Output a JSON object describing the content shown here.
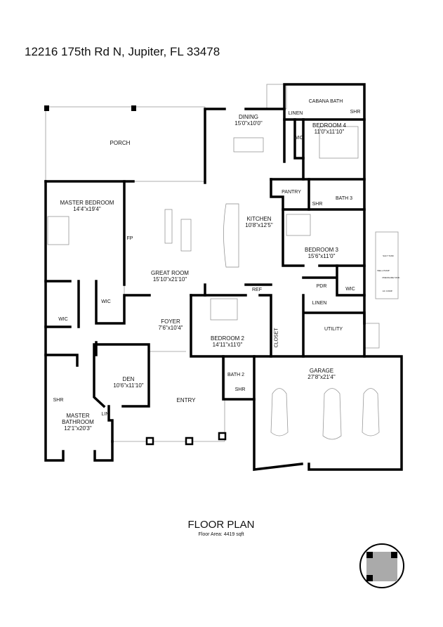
{
  "address": "12216 175th Rd N, Jupiter, FL 33478",
  "rooms": [
    {
      "id": "porch",
      "name": "PORCH",
      "size": ""
    },
    {
      "id": "dining",
      "name": "DINING",
      "size": "15'0\"x10'0\""
    },
    {
      "id": "cabana-bath",
      "name": "CABANA BATH",
      "size": ""
    },
    {
      "id": "linen-1",
      "name": "LINEN",
      "size": ""
    },
    {
      "id": "shr-cabana",
      "name": "SHR",
      "size": ""
    },
    {
      "id": "bedroom-4",
      "name": "BEDROOM 4",
      "size": "11'0\"x11'10\""
    },
    {
      "id": "wic-bed4",
      "name": "WIC",
      "size": ""
    },
    {
      "id": "pantry",
      "name": "PANTRY",
      "size": ""
    },
    {
      "id": "shr-bath3",
      "name": "SHR",
      "size": ""
    },
    {
      "id": "bath-3",
      "name": "BATH 3",
      "size": ""
    },
    {
      "id": "master-bedroom",
      "name": "MASTER BEDROOM",
      "size": "14'4\"x19'4\""
    },
    {
      "id": "fp",
      "name": "FP",
      "size": ""
    },
    {
      "id": "kitchen",
      "name": "KITCHEN",
      "size": "10'8\"x12'5\""
    },
    {
      "id": "bedroom-3",
      "name": "BEDROOM 3",
      "size": "15'6\"x11'0\""
    },
    {
      "id": "great-room",
      "name": "GREAT ROOM",
      "size": "15'10\"x21'10\""
    },
    {
      "id": "ref",
      "name": "REF",
      "size": ""
    },
    {
      "id": "pdr",
      "name": "PDR",
      "size": ""
    },
    {
      "id": "wic-bed3",
      "name": "WIC",
      "size": ""
    },
    {
      "id": "linen-2",
      "name": "LINEN",
      "size": ""
    },
    {
      "id": "wic-master-1",
      "name": "WIC",
      "size": ""
    },
    {
      "id": "wic-master-2",
      "name": "WIC",
      "size": ""
    },
    {
      "id": "foyer",
      "name": "FOYER",
      "size": "7'6\"x10'4\""
    },
    {
      "id": "bedroom-2",
      "name": "BEDROOM 2",
      "size": "14'11\"x11'0\""
    },
    {
      "id": "closet",
      "name": "CLOSET",
      "size": ""
    },
    {
      "id": "utility",
      "name": "UTILITY",
      "size": ""
    },
    {
      "id": "den",
      "name": "DEN",
      "size": "10'6\"x11'10\""
    },
    {
      "id": "bath-2",
      "name": "BATH 2",
      "size": ""
    },
    {
      "id": "shr-bath2",
      "name": "SHR",
      "size": ""
    },
    {
      "id": "garage",
      "name": "GARAGE",
      "size": "27'8\"x21'4\""
    },
    {
      "id": "shr-master",
      "name": "SHR",
      "size": ""
    },
    {
      "id": "entry",
      "name": "ENTRY",
      "size": ""
    },
    {
      "id": "lin",
      "name": "LIN",
      "size": ""
    },
    {
      "id": "master-bathroom",
      "name": "MASTER BATHROOM",
      "size": "12'1\"x20'3\""
    }
  ],
  "equipment": [
    "SALT TANK",
    "WELL PUMP",
    "PRESSURE TANK",
    "AC COMP."
  ],
  "footer": {
    "title": "FLOOR PLAN",
    "area": "Floor Area: 4419 sqft"
  },
  "icons": [
    "qr-code-icon",
    "car-icon",
    "bed-icon",
    "toilet-icon"
  ]
}
